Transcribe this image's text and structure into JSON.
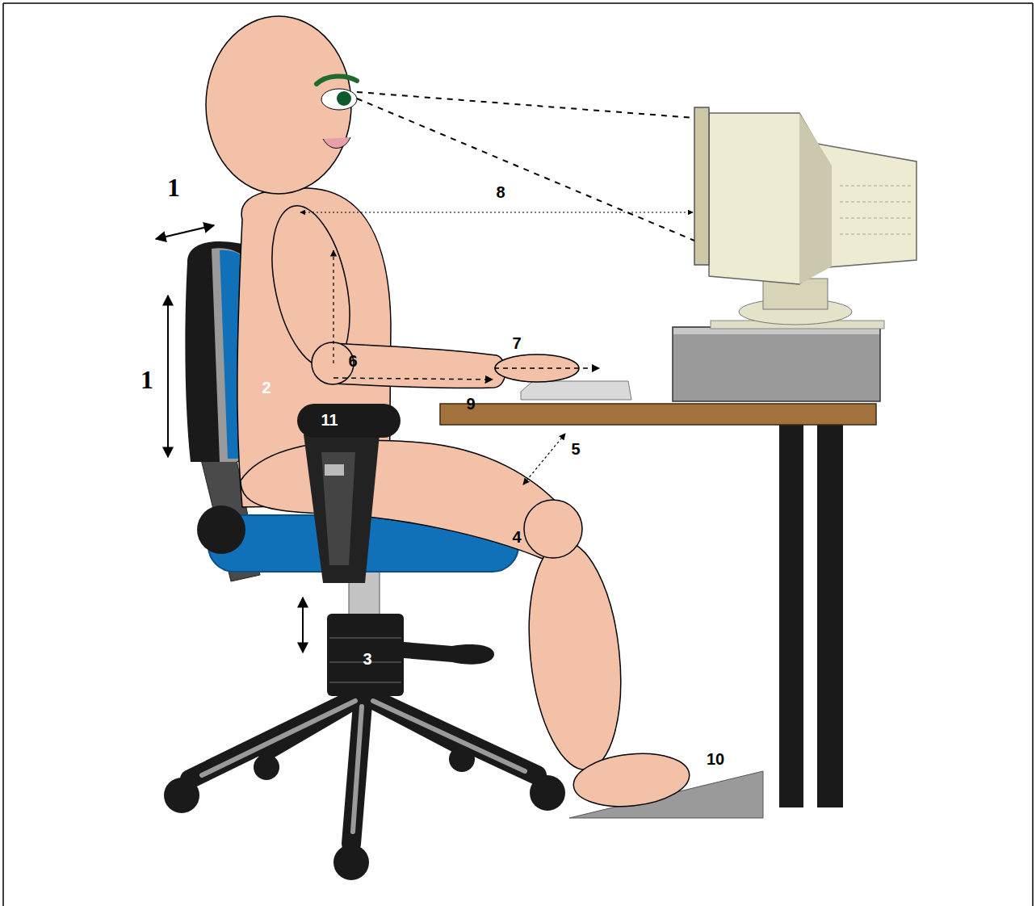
{
  "diagram": {
    "labels": [
      "1",
      "8",
      "1",
      "7",
      "6",
      "2",
      "9",
      "11",
      "5",
      "4",
      "3",
      "10"
    ]
  }
}
